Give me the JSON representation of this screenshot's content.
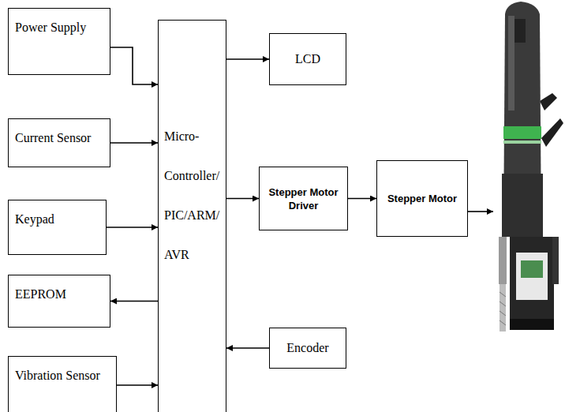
{
  "diagram": {
    "nodes": [
      {
        "text": [
          "Power Supply"
        ]
      },
      {
        "text": [
          "Current Sensor"
        ]
      },
      {
        "text": [
          "Keypad"
        ]
      },
      {
        "text": [
          "EEPROM"
        ]
      },
      {
        "text": [
          "Vibration Sensor"
        ]
      },
      {
        "text": [
          "Micro- Controller/ PIC/ARM/ AVR"
        ]
      },
      {
        "text": [
          "LCD"
        ]
      },
      {
        "text": [
          "Stepper Motor Driver"
        ]
      },
      {
        "text": [
          "Stepper Motor"
        ]
      },
      {
        "text": [
          "Encoder"
        ]
      }
    ],
    "edges": [
      {
        "from": 0,
        "to": 5,
        "arrow": "to"
      },
      {
        "from": 1,
        "to": 5,
        "arrow": "to"
      },
      {
        "from": 2,
        "to": 5,
        "arrow": "to"
      },
      {
        "from": 5,
        "to": 3,
        "arrow": "to"
      },
      {
        "from": 4,
        "to": 5,
        "arrow": "to"
      },
      {
        "from": 5,
        "to": 6,
        "arrow": "to"
      },
      {
        "from": 5,
        "to": 7,
        "arrow": "to"
      },
      {
        "from": 7,
        "to": 8,
        "arrow": "to"
      },
      {
        "from": 9,
        "to": 5,
        "arrow": "to"
      }
    ]
  }
}
